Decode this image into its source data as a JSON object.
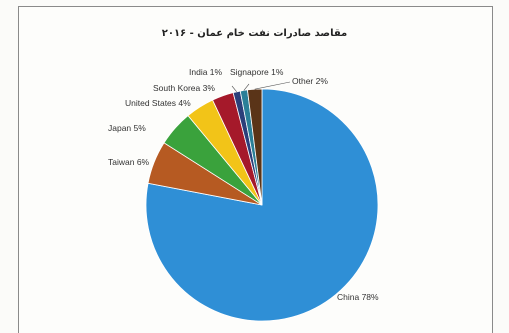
{
  "chart_data": {
    "type": "pie",
    "title": "مقاصد صادرات نفت خام عمان - ۲۰۱۶",
    "categories": [
      "China",
      "Taiwan",
      "Japan",
      "United States",
      "South Korea",
      "India",
      "Signapore",
      "Other"
    ],
    "values": [
      78,
      6,
      5,
      4,
      3,
      1,
      1,
      2
    ],
    "labels": [
      "China 78%",
      "Taiwan 6%",
      "Japan 5%",
      "United States 4%",
      "South Korea 3%",
      "India 1%",
      "Signapore 1%",
      "Other 2%"
    ],
    "colors": [
      "#2f8fd6",
      "#b65a22",
      "#3aa23c",
      "#f2c418",
      "#a5192a",
      "#2b3f7a",
      "#2a7f98",
      "#5a3418"
    ],
    "legend": "none",
    "grid": false
  }
}
